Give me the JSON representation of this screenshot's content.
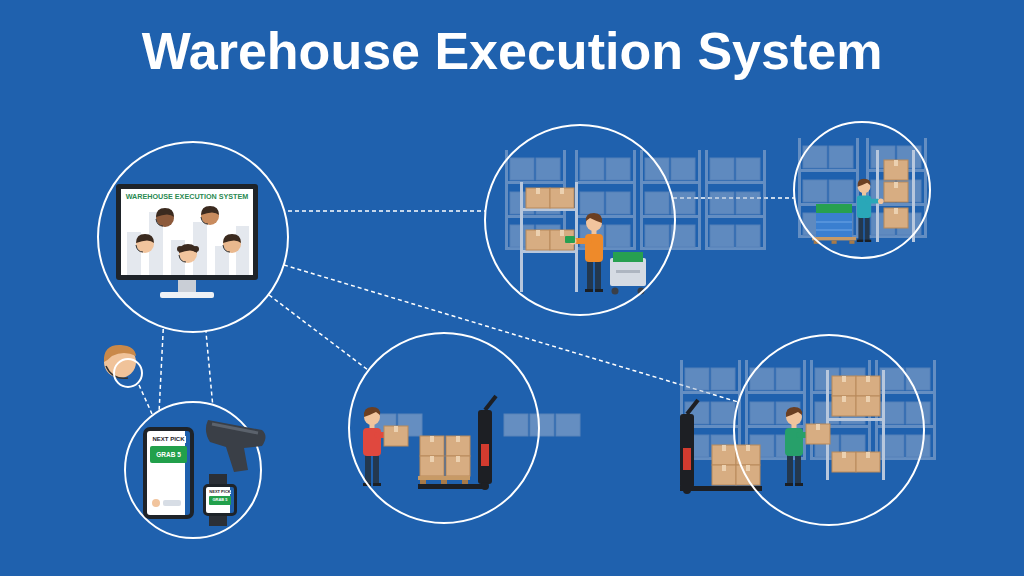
{
  "diagram": {
    "title": "Warehouse Execution System",
    "nodes": [
      {
        "text": [
          "WAREHOUSE EXECUTION SYSTEM"
        ]
      },
      {
        "text": [
          "NEXT PICK",
          "GRAB 5"
        ]
      },
      {
        "text": [
          "NEXT PICK",
          "GRAB 5"
        ]
      }
    ],
    "edges": [
      {
        "from": 0,
        "to": 1,
        "arrow": "none"
      },
      {
        "from": 0,
        "to": 2,
        "arrow": "none"
      }
    ]
  }
}
